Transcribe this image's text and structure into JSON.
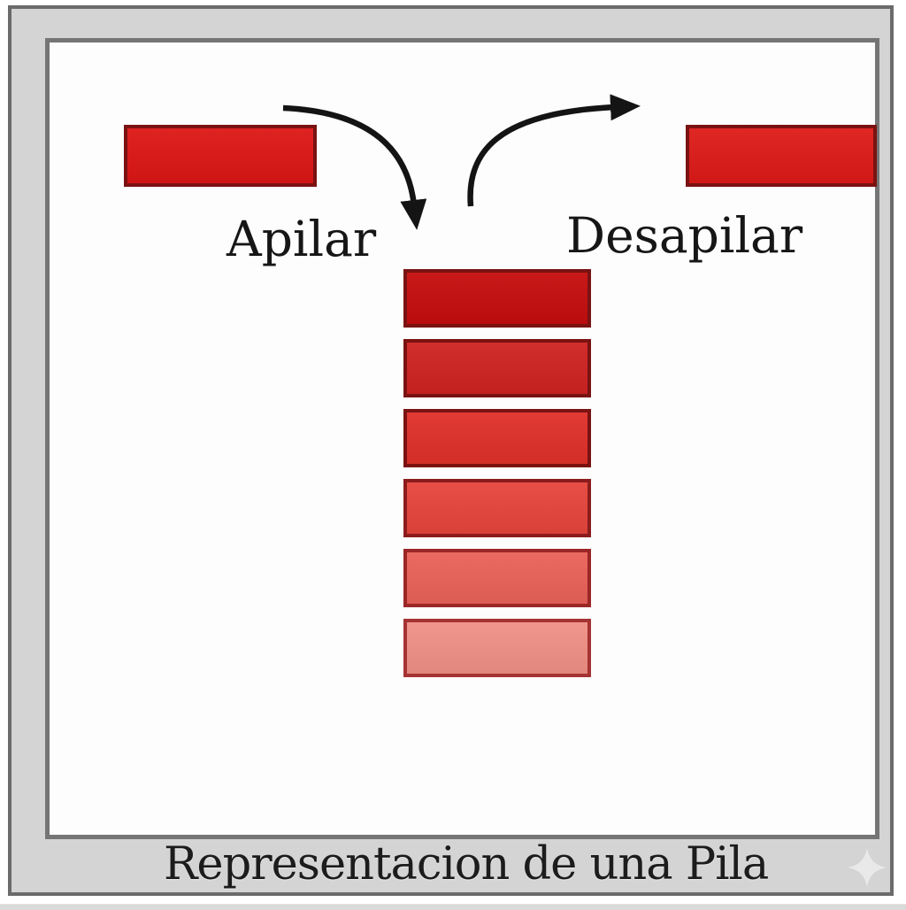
{
  "frame": {
    "caption": "Representacion de una Pila",
    "frame_color": "#d4d4d4",
    "border_color": "#6b6b6b",
    "sparkle_color": "#e9e9e9"
  },
  "diagram": {
    "push_label": "Apilar",
    "pop_label": "Desapilar",
    "incoming_block_color": "#dc1715",
    "outgoing_block_color": "#dd1b18",
    "block_border_color": "#7a1212",
    "arrow_color": "#141414",
    "stack": {
      "block_colors": [
        "#c50d0d",
        "#ce2322",
        "#e0302b",
        "#e6453c",
        "#e96258",
        "#f09086"
      ]
    }
  }
}
